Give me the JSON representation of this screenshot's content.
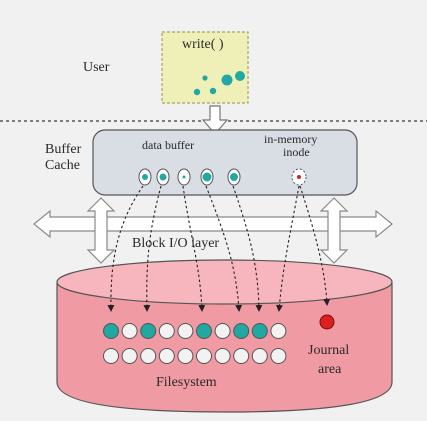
{
  "user_label": "User",
  "write_box_label": "write( )",
  "buffer_cache_label_line1": "Buffer",
  "buffer_cache_label_line2": "Cache",
  "data_buffer_label": "data buffer",
  "inode_label_line1": "in-memory",
  "inode_label_line2": "inode",
  "block_io_label": "Block I/O layer",
  "filesystem_label": "Filesystem",
  "journal_label_line1": "Journal",
  "journal_label_line2": "area",
  "colors": {
    "user_box_fill": "#eef0b8",
    "user_box_border": "#a6a55c",
    "cache_fill": "#d9dde4",
    "teal": "#22a8a3",
    "disk_fill": "#f09aa3",
    "disk_top": "#f7b6bd",
    "journal_red": "#dc1f1f",
    "empty_block": "#f2f2f2"
  }
}
